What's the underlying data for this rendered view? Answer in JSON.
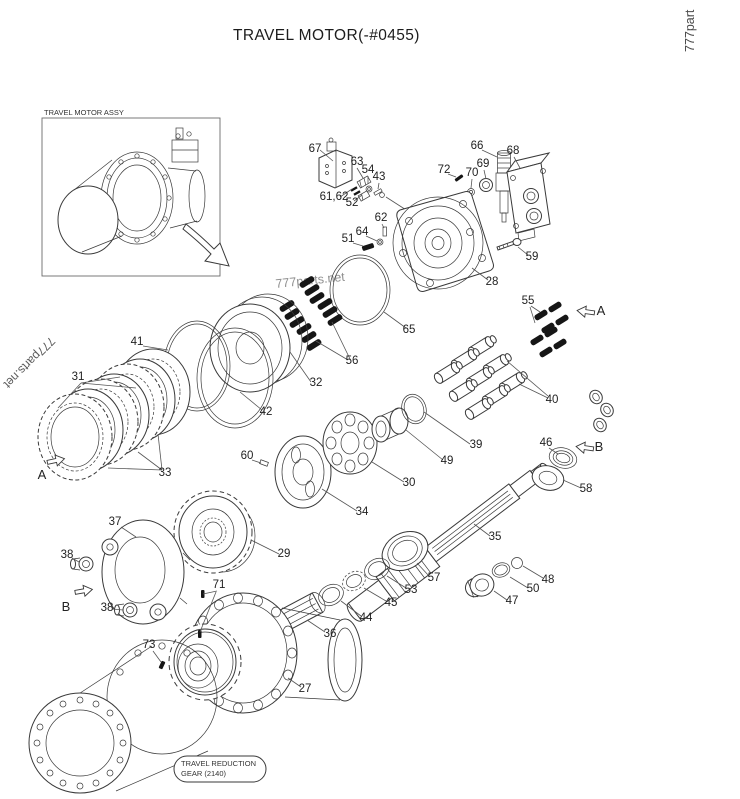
{
  "page": {
    "title": "TRAVEL MOTOR(-#0455)",
    "watermark_vertical": "777part",
    "watermark_diagonal": "777parts.net",
    "watermark_center": "777parts.net"
  },
  "inset": {
    "label": "TRAVEL MOTOR ASSY"
  },
  "note": {
    "line1": "TRAVEL REDUCTION",
    "line2": "GEAR (2140)"
  },
  "direction_labels": {
    "a": "A",
    "b": "B"
  },
  "callouts": {
    "c27": "27",
    "c28": "28",
    "c29": "29",
    "c30": "30",
    "c31": "31",
    "c32": "32",
    "c33": "33",
    "c34": "34",
    "c35": "35",
    "c36": "36",
    "c37": "37",
    "c38": "38",
    "c39": "39",
    "c40": "40",
    "c41": "41",
    "c42": "42",
    "c43": "43",
    "c44": "44",
    "c45": "45",
    "c46": "46",
    "c47": "47",
    "c48": "48",
    "c49": "49",
    "c50": "50",
    "c51": "51",
    "c52": "52",
    "c53": "53",
    "c54": "54",
    "c55": "55",
    "c56": "56",
    "c57": "57",
    "c58": "58",
    "c59": "59",
    "c60": "60",
    "c61_62": "61,62",
    "c62": "62",
    "c63": "63",
    "c64": "64",
    "c65": "65",
    "c66": "66",
    "c67": "67",
    "c68": "68",
    "c69": "69",
    "c70": "70",
    "c71": "71",
    "c72": "72",
    "c73": "73"
  }
}
